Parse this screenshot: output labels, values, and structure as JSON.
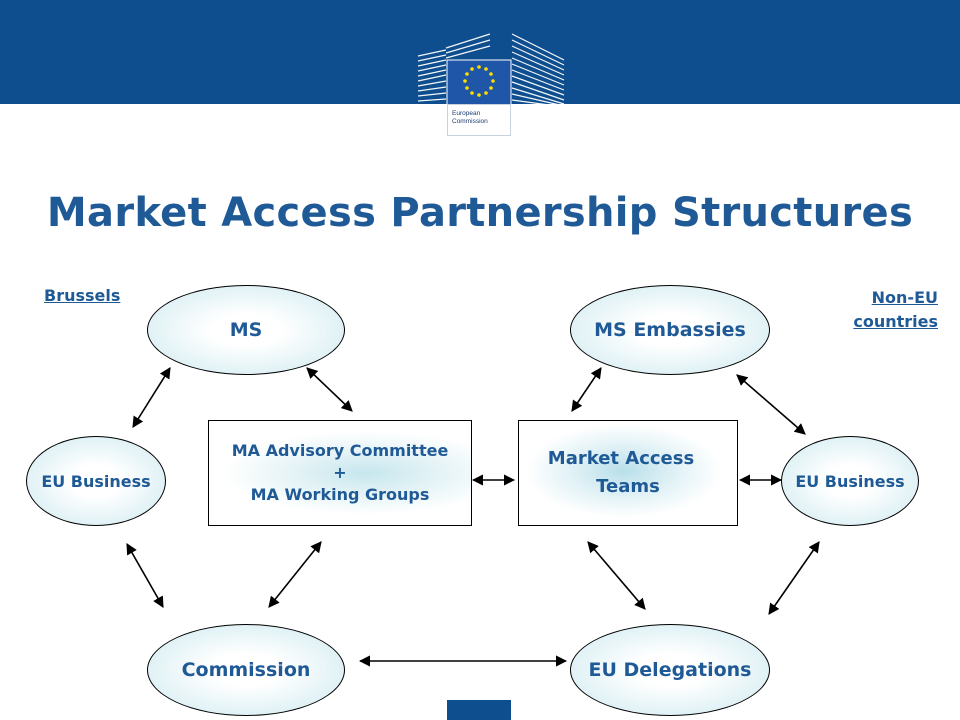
{
  "logo": {
    "line1": "European",
    "line2": "Commission"
  },
  "title": "Market Access Partnership Structures",
  "regions": {
    "left": "Brussels",
    "right_line1": "Non-EU",
    "right_line2": "countries"
  },
  "nodes": {
    "ms": "MS",
    "ms_embassies": "MS Embassies",
    "eu_business_left": "EU Business",
    "eu_business_right": "EU Business",
    "ma_committee": {
      "line1": "MA Advisory Committee",
      "line2": "+",
      "line3": "MA Working Groups"
    },
    "market_access_teams": {
      "line1": "Market Access",
      "line2": "Teams"
    },
    "commission": "Commission",
    "eu_delegations": "EU Delegations"
  },
  "colors": {
    "brand_blue": "#0e4e8e",
    "text_blue": "#1f5a96",
    "node_fill": "#cce9ef",
    "star_yellow": "#ffdd00"
  }
}
